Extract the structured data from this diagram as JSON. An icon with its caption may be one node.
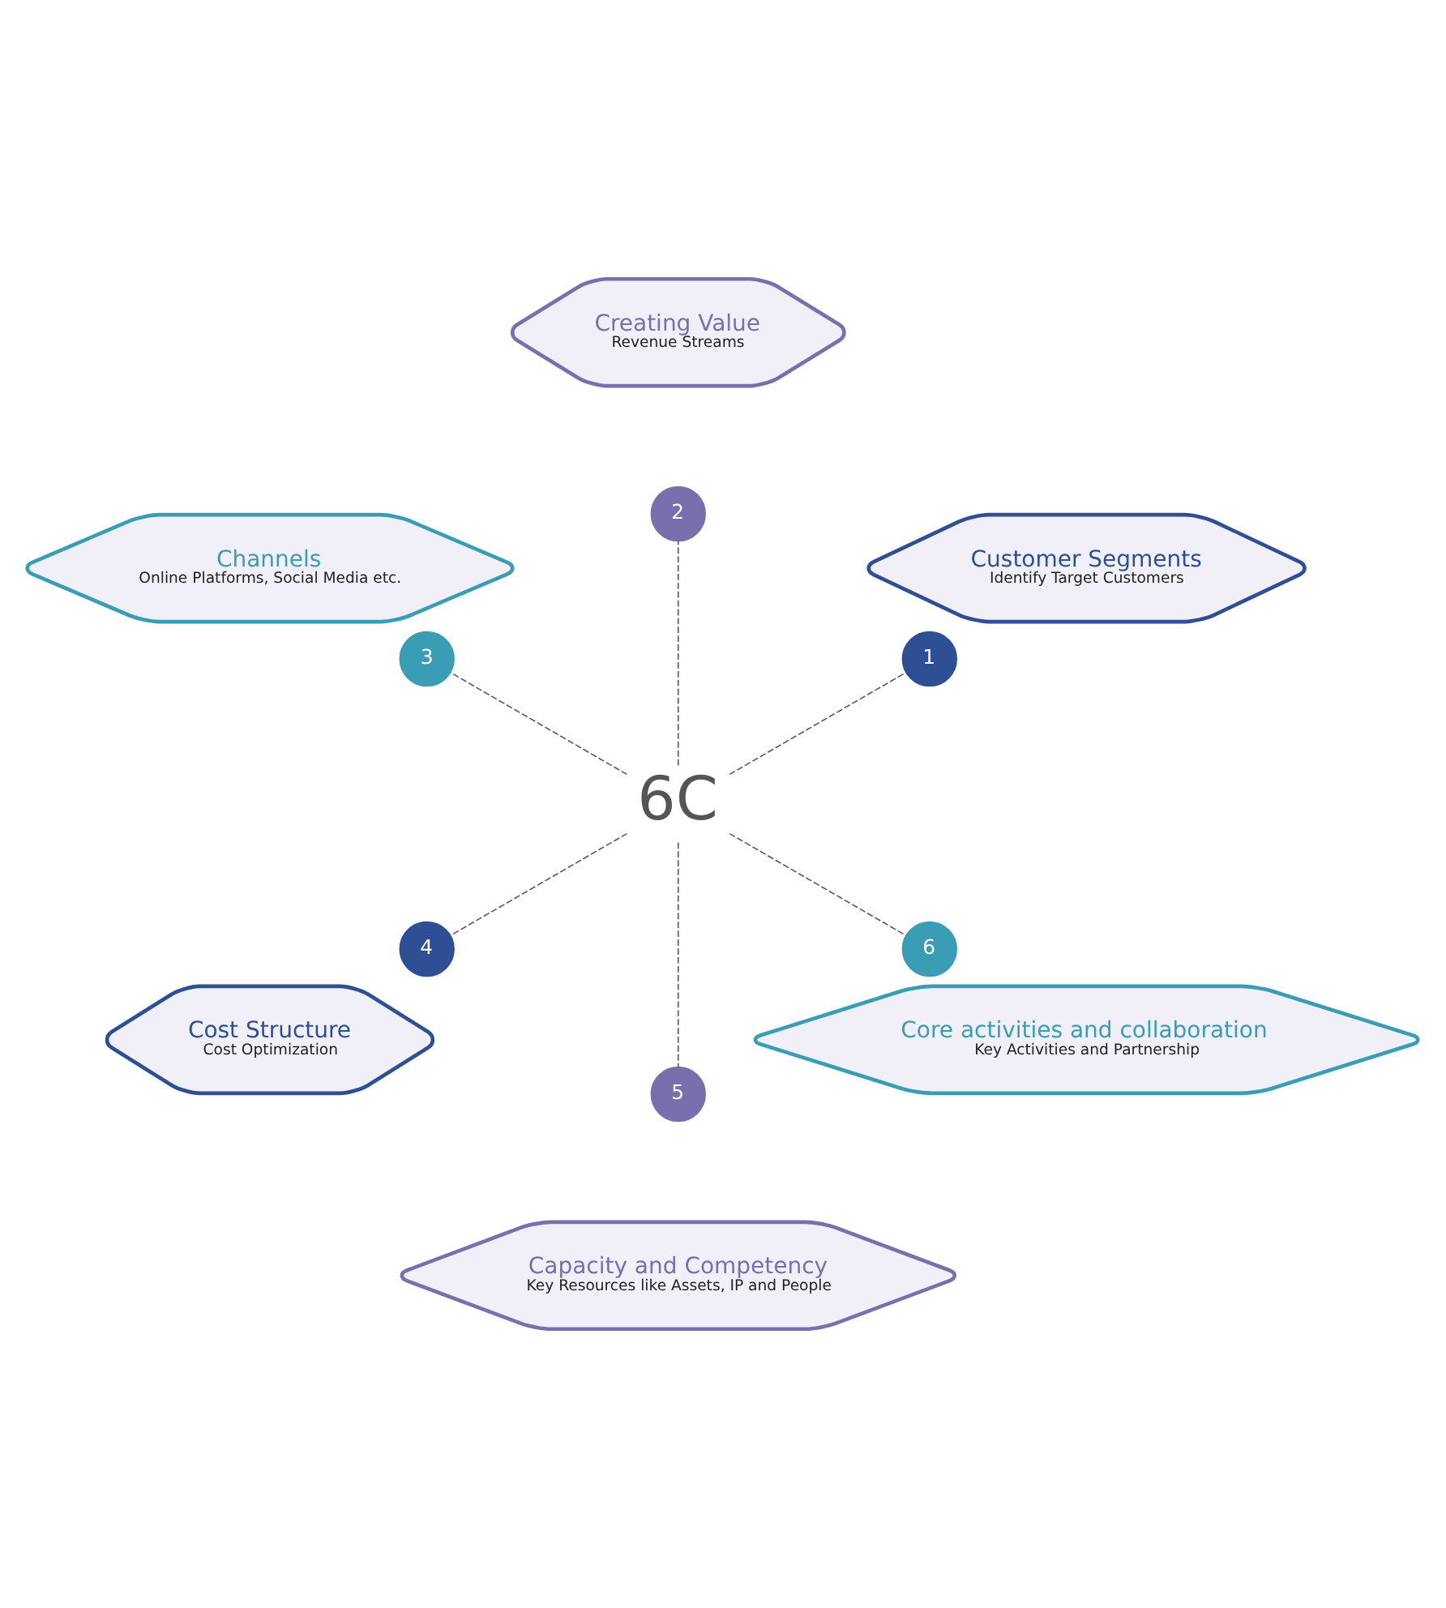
{
  "diagram": {
    "nodes": [
      {
        "text": [
          "6C"
        ]
      },
      {
        "text": [
          "Customer Segments",
          "Identify Target Customers"
        ]
      },
      {
        "text": [
          "1"
        ]
      },
      {
        "text": [
          "Creating Value",
          "Revenue Streams"
        ]
      },
      {
        "text": [
          "2"
        ]
      },
      {
        "text": [
          "Channels",
          "Online Platforms, Social Media etc."
        ]
      },
      {
        "text": [
          "3"
        ]
      },
      {
        "text": [
          "Cost Structure",
          "Cost Optimization"
        ]
      },
      {
        "text": [
          "4"
        ]
      },
      {
        "text": [
          "Capacity and Competency",
          "Key Resources like Assets, IP and People"
        ]
      },
      {
        "text": [
          "5"
        ]
      },
      {
        "text": [
          "Core activities and collaboration",
          "Key Activities and Partnership"
        ]
      },
      {
        "text": [
          "6"
        ]
      }
    ],
    "edges": [
      {
        "from": 0,
        "to": 2,
        "arrow": "none",
        "style": "dashed"
      },
      {
        "from": 0,
        "to": 4,
        "arrow": "none",
        "style": "dashed"
      },
      {
        "from": 0,
        "to": 6,
        "arrow": "none",
        "style": "dashed"
      },
      {
        "from": 0,
        "to": 8,
        "arrow": "none",
        "style": "dashed"
      },
      {
        "from": 0,
        "to": 10,
        "arrow": "none",
        "style": "dashed"
      },
      {
        "from": 0,
        "to": 12,
        "arrow": "none",
        "style": "dashed"
      }
    ]
  }
}
